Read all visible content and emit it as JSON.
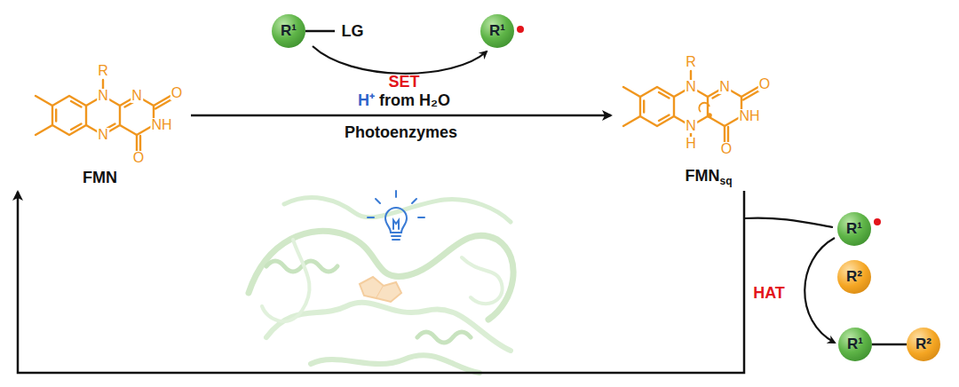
{
  "diagram": {
    "nodes": [
      {
        "text": [
          "R¹"
        ]
      },
      {
        "text": [
          "R¹"
        ]
      },
      {
        "text": [
          "FMN"
        ]
      },
      {
        "text": [
          "FMN",
          "sq"
        ]
      },
      {
        "text": [
          "R¹"
        ]
      },
      {
        "text": [
          "R²"
        ]
      },
      {
        "text": [
          "R¹"
        ]
      },
      {
        "text": [
          "R²"
        ]
      }
    ],
    "edges": [
      {
        "from": 2,
        "to": 3,
        "arrow": "to",
        "label": "Photoenzymes"
      },
      {
        "from": 3,
        "to": 2,
        "arrow": "to"
      },
      {
        "from": 6,
        "to": 7,
        "arrow": "none"
      }
    ],
    "labels": [
      "LG",
      "SET",
      "H⁺",
      "from H₂O",
      "HAT",
      "R",
      "N",
      "N",
      "O",
      "NH",
      "O",
      "N",
      "R",
      "N",
      "N",
      "O",
      "NH",
      "O",
      "N",
      "H"
    ]
  }
}
